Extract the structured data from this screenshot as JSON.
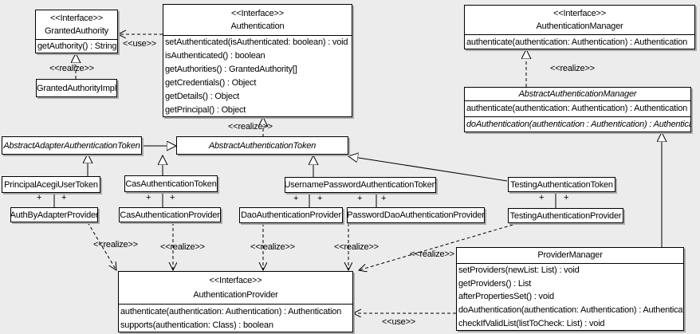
{
  "diagram": {
    "classes": {
      "granted_authority": {
        "stereotype": "<<Interface>>",
        "name": "GrantedAuthority",
        "methods": [
          "getAuthority() : String"
        ]
      },
      "granted_authority_impl": {
        "name": "GrantedAuthorityImpl"
      },
      "authentication": {
        "stereotype": "<<Interface>>",
        "name": "Authentication",
        "methods": [
          "setAuthenticated(isAuthenticated: boolean) : void",
          "isAuthenticated() : boolean",
          "getAuthorities() : GrantedAuthority[]",
          "getCredentials() : Object",
          "getDetails() : Object",
          "getPrincipal() : Object"
        ]
      },
      "authentication_manager": {
        "stereotype": "<<Interface>>",
        "name": "AuthenticationManager",
        "methods": [
          "authenticate(authentication: Authentication) : Authentication"
        ]
      },
      "abstract_authentication_manager": {
        "name": "AbstractAuthenticationManager",
        "methods": [
          "authenticate(authentication: Authentication) : Authentication",
          "doAuthentication(authentication : Authentication) : Authentication"
        ]
      },
      "abstract_adapter_authentication_token": {
        "name": "AbstractAdapterAuthenticationToken"
      },
      "abstract_authentication_token": {
        "name": "AbstractAuthenticationToken"
      },
      "principal_acegi_user_token": {
        "name": "PrincipalAcegiUserToken"
      },
      "cas_authentication_token": {
        "name": "CasAuthenticationToken"
      },
      "username_password_authentication_token": {
        "name": "UsernamePasswordAuthenticationToken"
      },
      "testing_authentication_token": {
        "name": "TestingAuthenticationToken"
      },
      "auth_by_adapter_provider": {
        "name": "AuthByAdapterProvider"
      },
      "cas_authentication_provider": {
        "name": "CasAuthenticationProvider"
      },
      "dao_authentication_provider": {
        "name": "DaoAuthenticationProvider"
      },
      "password_dao_authentication_provider": {
        "name": "PasswordDaoAuthenticationProvider"
      },
      "testing_authentication_provider": {
        "name": "TestingAuthenticationProvider"
      },
      "authentication_provider": {
        "stereotype": "<<Interface>>",
        "name": "AuthenticationProvider",
        "methods": [
          "authenticate(authentication: Authentication) : Authentication",
          "supports(authentication: Class) : boolean"
        ]
      },
      "provider_manager": {
        "name": "ProviderManager",
        "methods": [
          "setProviders(newList: List) : void",
          "getProviders() : List",
          "afterPropertiesSet() : void",
          "doAuthentication(authentication: Authentication) : Authentication",
          "checkIfValidList(listToCheck: List) : void"
        ]
      }
    },
    "edge_labels": {
      "realize": "<<realize>>",
      "use": "<<use>>",
      "plus": "+"
    },
    "colors": {
      "background": "#ececec",
      "box_fill": "#ffffff",
      "box_border": "#000000",
      "box_shadow": "#aaaaaa",
      "line": "#000000"
    }
  }
}
